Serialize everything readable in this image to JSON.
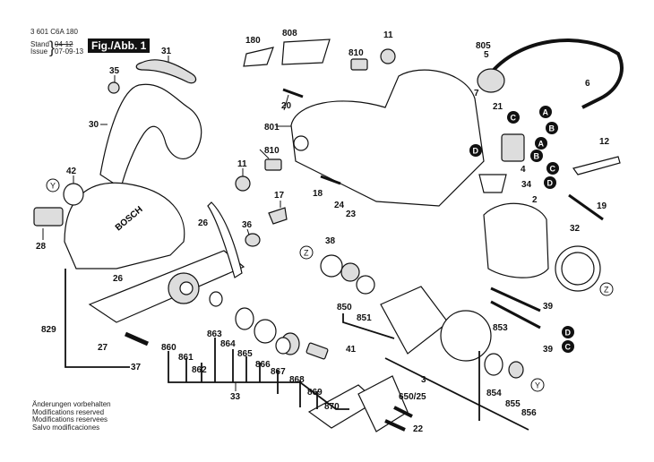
{
  "header": {
    "part_number": "3 601 C6A 180",
    "stand_label": "Stand",
    "issue_label": "Issue",
    "stand_value": "04-12",
    "issue_value": "07-09-13",
    "figure_label": "Fig./Abb. 1"
  },
  "footer": {
    "lines": [
      "Änderungen vorbehalten",
      "Modifications reserved",
      "Modifications reservees",
      "Salvo modificaciones"
    ]
  },
  "callouts": {
    "p31": "31",
    "p35": "35",
    "p30": "30",
    "p42": "42",
    "p28": "28",
    "p26a": "26",
    "p26b": "26",
    "p829": "829",
    "p27": "27",
    "p37": "37",
    "p180": "180",
    "p808": "808",
    "p11a": "11",
    "p810a": "810",
    "p20": "20",
    "p801": "801",
    "p810b": "810",
    "p11b": "11",
    "p17": "17",
    "p36": "36",
    "p18": "18",
    "p24": "24",
    "p23": "23",
    "p805": "805",
    "p5": "5",
    "p6": "6",
    "p7": "7",
    "p21": "21",
    "p4": "4",
    "p34": "34",
    "p12": "12",
    "p2": "2",
    "p19": "19",
    "p32": "32",
    "p38": "38",
    "p850": "850",
    "p851": "851",
    "p853": "853",
    "p39a": "39",
    "p39b": "39",
    "p3": "3",
    "p854": "854",
    "p855": "855",
    "p856": "856",
    "p41": "41",
    "p650": "650/25",
    "p22": "22",
    "p870": "870",
    "p869": "869",
    "p868": "868",
    "p867": "867",
    "p866": "866",
    "p865": "865",
    "p864": "864",
    "p863": "863",
    "p862": "862",
    "p861": "861",
    "p860": "860",
    "p33": "33"
  },
  "markers": {
    "A": "A",
    "B": "B",
    "C": "C",
    "D": "D",
    "Y": "Y",
    "Z": "Z"
  },
  "colors": {
    "ink": "#111111",
    "paper": "#ffffff",
    "marker_dark": "#111111"
  }
}
